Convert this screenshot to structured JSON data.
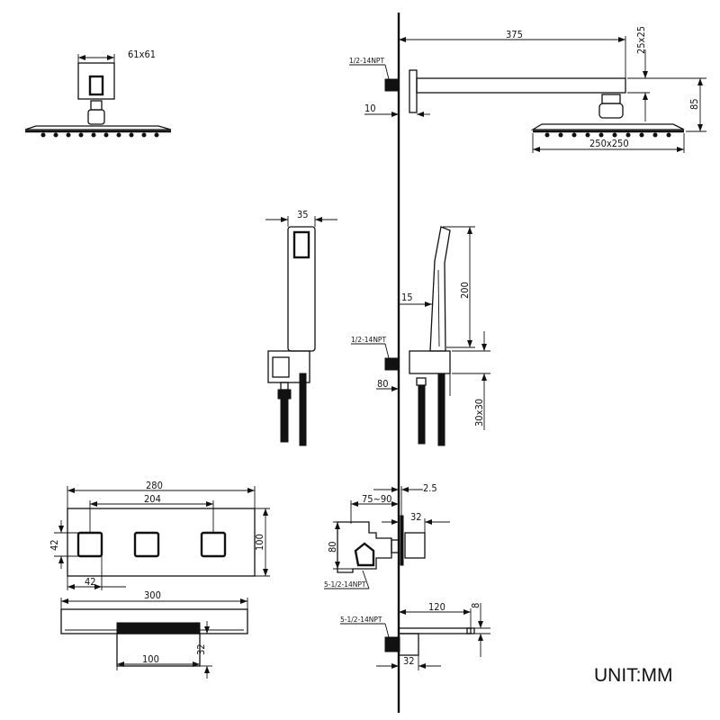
{
  "labels": {
    "bracket_size": "61x61",
    "arm_length": "375",
    "arm_section": "25x25",
    "arm_thread": "1/2-14NPT",
    "flange_thickness": "10",
    "head_drop": "85",
    "head_size": "250x250",
    "handshower_width": "35",
    "holder_offset": "15",
    "handshower_length": "200",
    "holder_thread": "1/2-14NPT",
    "holder_depth": "80",
    "holder_size": "30x30",
    "plate_width": "280",
    "knob_spacing": "204",
    "knob_size": "42",
    "plate_height": "100",
    "knob_edge": "42",
    "spout_width": "300",
    "spout_height": "32",
    "body_width": "100",
    "wall_gap": "2.5",
    "install_depth": "75~90",
    "knob_depth": "32",
    "valve_height": "80",
    "valve_thread": "5-1/2-14NPT",
    "spout_length": "120",
    "spout_thickness": "8",
    "spout_thread": "5-1/2-14NPT",
    "spout_base": "32"
  },
  "unit": "UNIT:MM"
}
